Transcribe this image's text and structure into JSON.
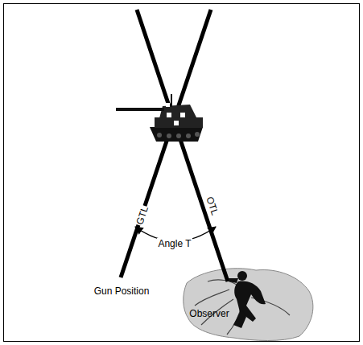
{
  "diagram": {
    "labels": [
      "GTL",
      "OTL",
      "Angle T",
      "Gun Position",
      "Observer"
    ]
  }
}
